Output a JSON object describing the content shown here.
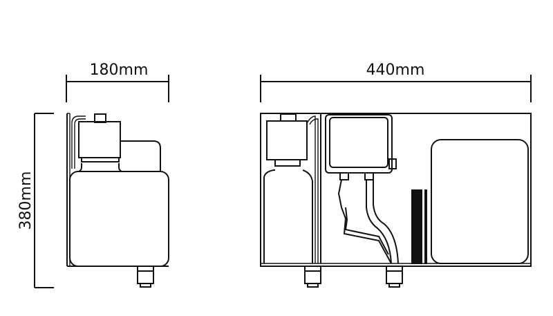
{
  "dimensions": {
    "side_width": "180mm",
    "front_width": "440mm",
    "height": "380mm"
  }
}
